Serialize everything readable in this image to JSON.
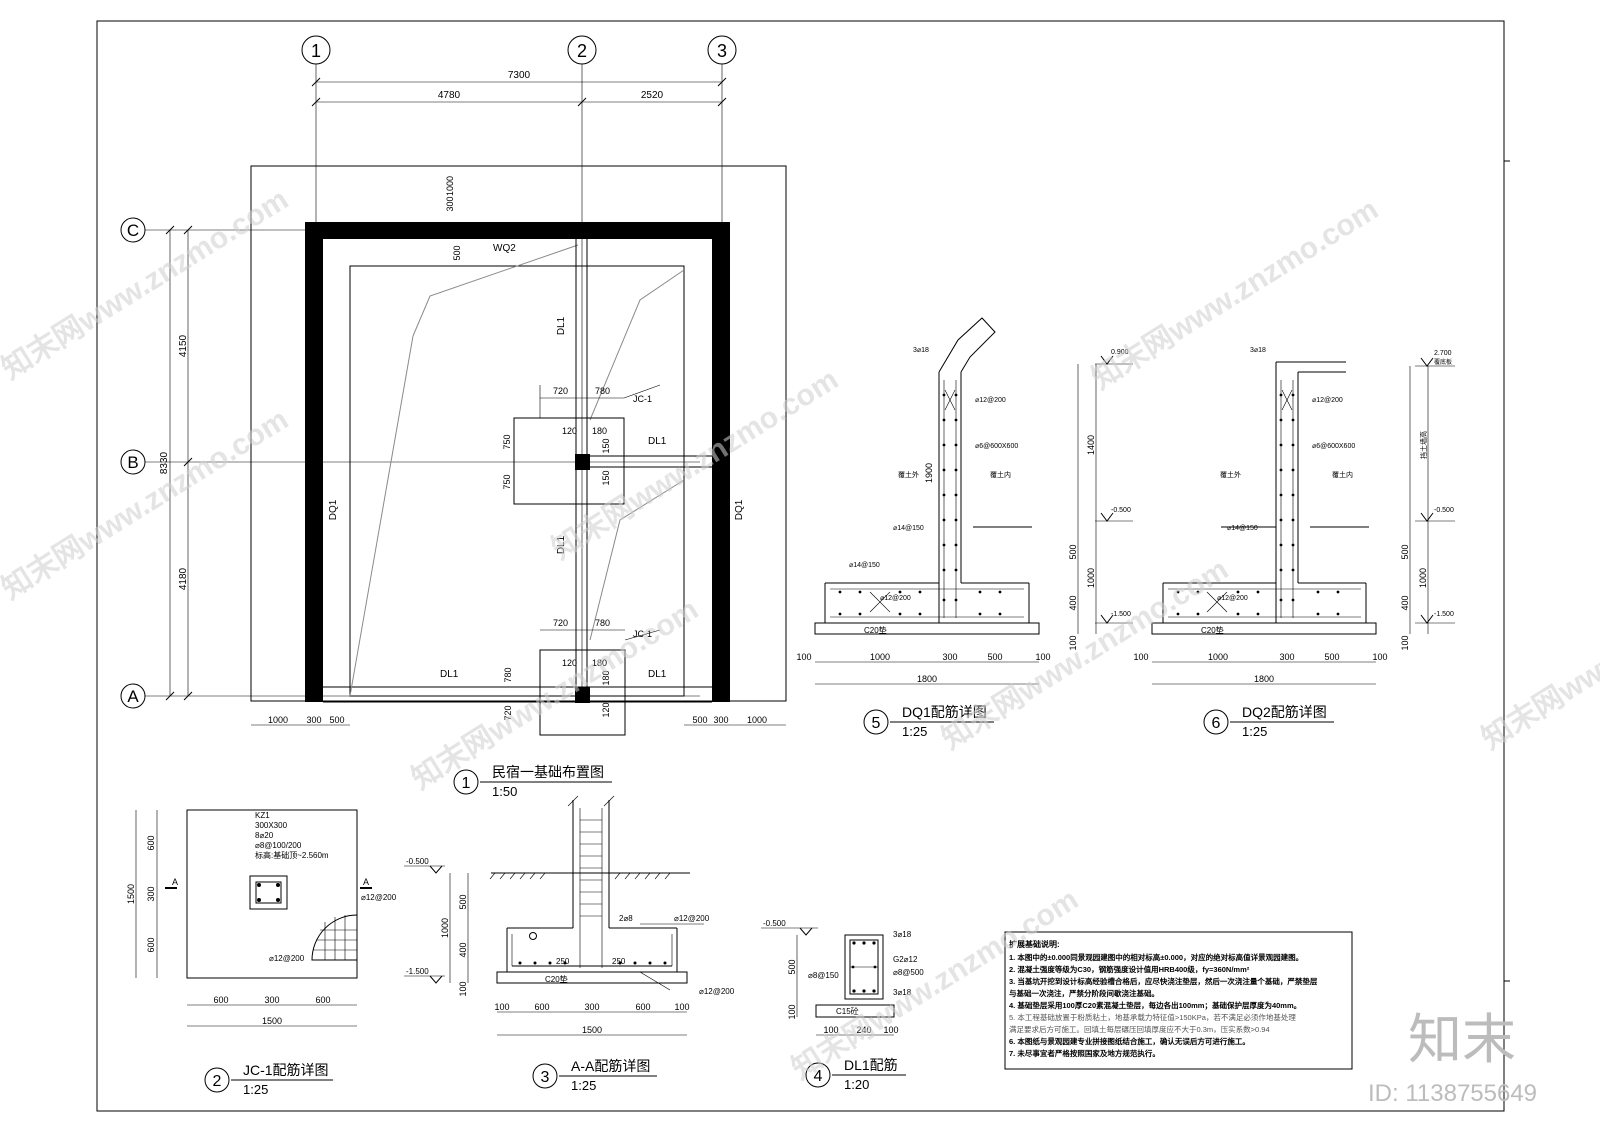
{
  "plan": {
    "axes_x": [
      "1",
      "2",
      "3"
    ],
    "axes_y": [
      "C",
      "B",
      "A"
    ],
    "dim_total": "7300",
    "dim_span1": "4780",
    "dim_span2": "2520",
    "dim_left": "4150",
    "dim_total_v": "8330",
    "dim_left2": "4180",
    "dim_top1": "300",
    "dim_top2": "1000",
    "dim_500": "500",
    "wq2": "WQ2",
    "dq1": "DQ1",
    "dl1": "DL1",
    "jc1": "JC-1",
    "d720": "720",
    "d780": "780",
    "d120": "120",
    "d180": "180",
    "d750": "750",
    "d150": "150",
    "bottom_left": [
      "1000",
      "300",
      "500"
    ],
    "bottom_right": [
      "500",
      "300",
      "1000"
    ],
    "title_no": "1",
    "title": "民宿一基础布置图",
    "scale": "1:50"
  },
  "jc1": {
    "labels": [
      "KZ1",
      "300X300",
      "8⌀20",
      "⌀8@100/200",
      "标高:基础顶~2.560m"
    ],
    "rebar": "⌀12@200",
    "rebar2": "⌀12@200",
    "section_mark": "A",
    "v_dims": [
      "600",
      "300",
      "600"
    ],
    "v_total": "1500",
    "h_dims": [
      "600",
      "300",
      "600"
    ],
    "h_total": "1500",
    "title_no": "2",
    "title": "JC-1配筋详图",
    "scale": "1:25"
  },
  "aa": {
    "elev_top": "-0.500",
    "elev_bot": "-1.500",
    "v_dims": [
      "500",
      "400",
      "100"
    ],
    "v_total": "1000",
    "rebar_a": "2⌀8",
    "rebar_b": "⌀12@200",
    "rebar_c": "⌀12@200",
    "d250a": "250",
    "d250b": "250",
    "concrete": "C20垫",
    "h_dims": [
      "100",
      "600",
      "300",
      "600",
      "100"
    ],
    "h_total": "1500",
    "title_no": "3",
    "title": "A-A配筋详图",
    "scale": "1:25"
  },
  "dl1": {
    "elev": "-0.500",
    "v_dims": [
      "500",
      "100"
    ],
    "labels": [
      "3⌀18",
      "G2⌀12",
      "⌀8@500",
      "3⌀18"
    ],
    "left_label": "⌀8@150",
    "brick": "C15砼",
    "h_dims": [
      "100",
      "240",
      "100"
    ],
    "title_no": "4",
    "title": "DL1配筋",
    "scale": "1:20"
  },
  "dq1": {
    "top_rebar": "3⌀18",
    "wall_rebar1": "⌀12@200",
    "wall_rebar2": "⌀6@600X600",
    "outside": "覆土外",
    "inside": "覆土内",
    "h1900": "1900",
    "side_rebar": "⌀14@150",
    "base_rebar": "⌀14@150",
    "base_rebar2": "⌀12@200",
    "concrete": "C20垫",
    "elev_top": "0.900",
    "elev_mid": "-0.500",
    "elev_bot": "-1.500",
    "v_dims": [
      "1400",
      "500",
      "1000",
      "400",
      "100"
    ],
    "h_dims": [
      "100",
      "1000",
      "300",
      "500",
      "100"
    ],
    "h_total": "1800",
    "title_no": "5",
    "title": "DQ1配筋详图",
    "scale": "1:25"
  },
  "dq2": {
    "top_rebar": "3⌀18",
    "wall_rebar1": "⌀12@200",
    "wall_rebar2": "⌀6@600X600",
    "outside": "覆土外",
    "inside": "覆土内",
    "side_rebar": "⌀14@150",
    "base_rebar2": "⌀12@200",
    "concrete": "C20垫",
    "elev_top": "2.700",
    "elev_top_note": "覆底板",
    "elev_mid": "-0.500",
    "elev_bot": "-1.500",
    "v_side_label": "挡土墙高",
    "v_dims": [
      "500",
      "1000",
      "400",
      "100"
    ],
    "h_dims": [
      "100",
      "1000",
      "300",
      "500",
      "100"
    ],
    "h_total": "1800",
    "title_no": "6",
    "title": "DQ2配筋详图",
    "scale": "1:25"
  },
  "notes": {
    "heading": "扩展基础说明:",
    "lines": [
      "1. 本图中的±0.000同景观园建图中的相对标高±0.000，对应的绝对标高值详景观园建图。",
      "2. 混凝土强度等级为C30，钢筋强度设计值用HRB400级，fy=360N/mm²",
      "3. 当基坑开挖到设计标高经验槽合格后，应尽快浇注垫层，然后一次浇注量个基础，严禁垫层",
      "   与基础一次浇注，严禁分阶段间歇浇注基础。",
      "4. 基础垫层采用100厚C20素混凝土垫层，每边各出100mm；基础保护层厚度为40mm。",
      "5. 本工程基础放置于粉质粘土，地基承载力特征值>150KPa，若不满足必须作地基处理",
      "   满足要求后方可施工。回填土每层碾压回填厚度应不大于0.3m，压实系数>0.94",
      "6. 本图纸与景观园建专业拼接图纸结合施工，确认无误后方可进行施工。",
      "7. 未尽事宜者严格按照国家及地方规范执行。"
    ]
  },
  "watermark": {
    "text": "知末网www.znzmo.com",
    "logo": "知末",
    "id": "ID: 1138755649"
  }
}
